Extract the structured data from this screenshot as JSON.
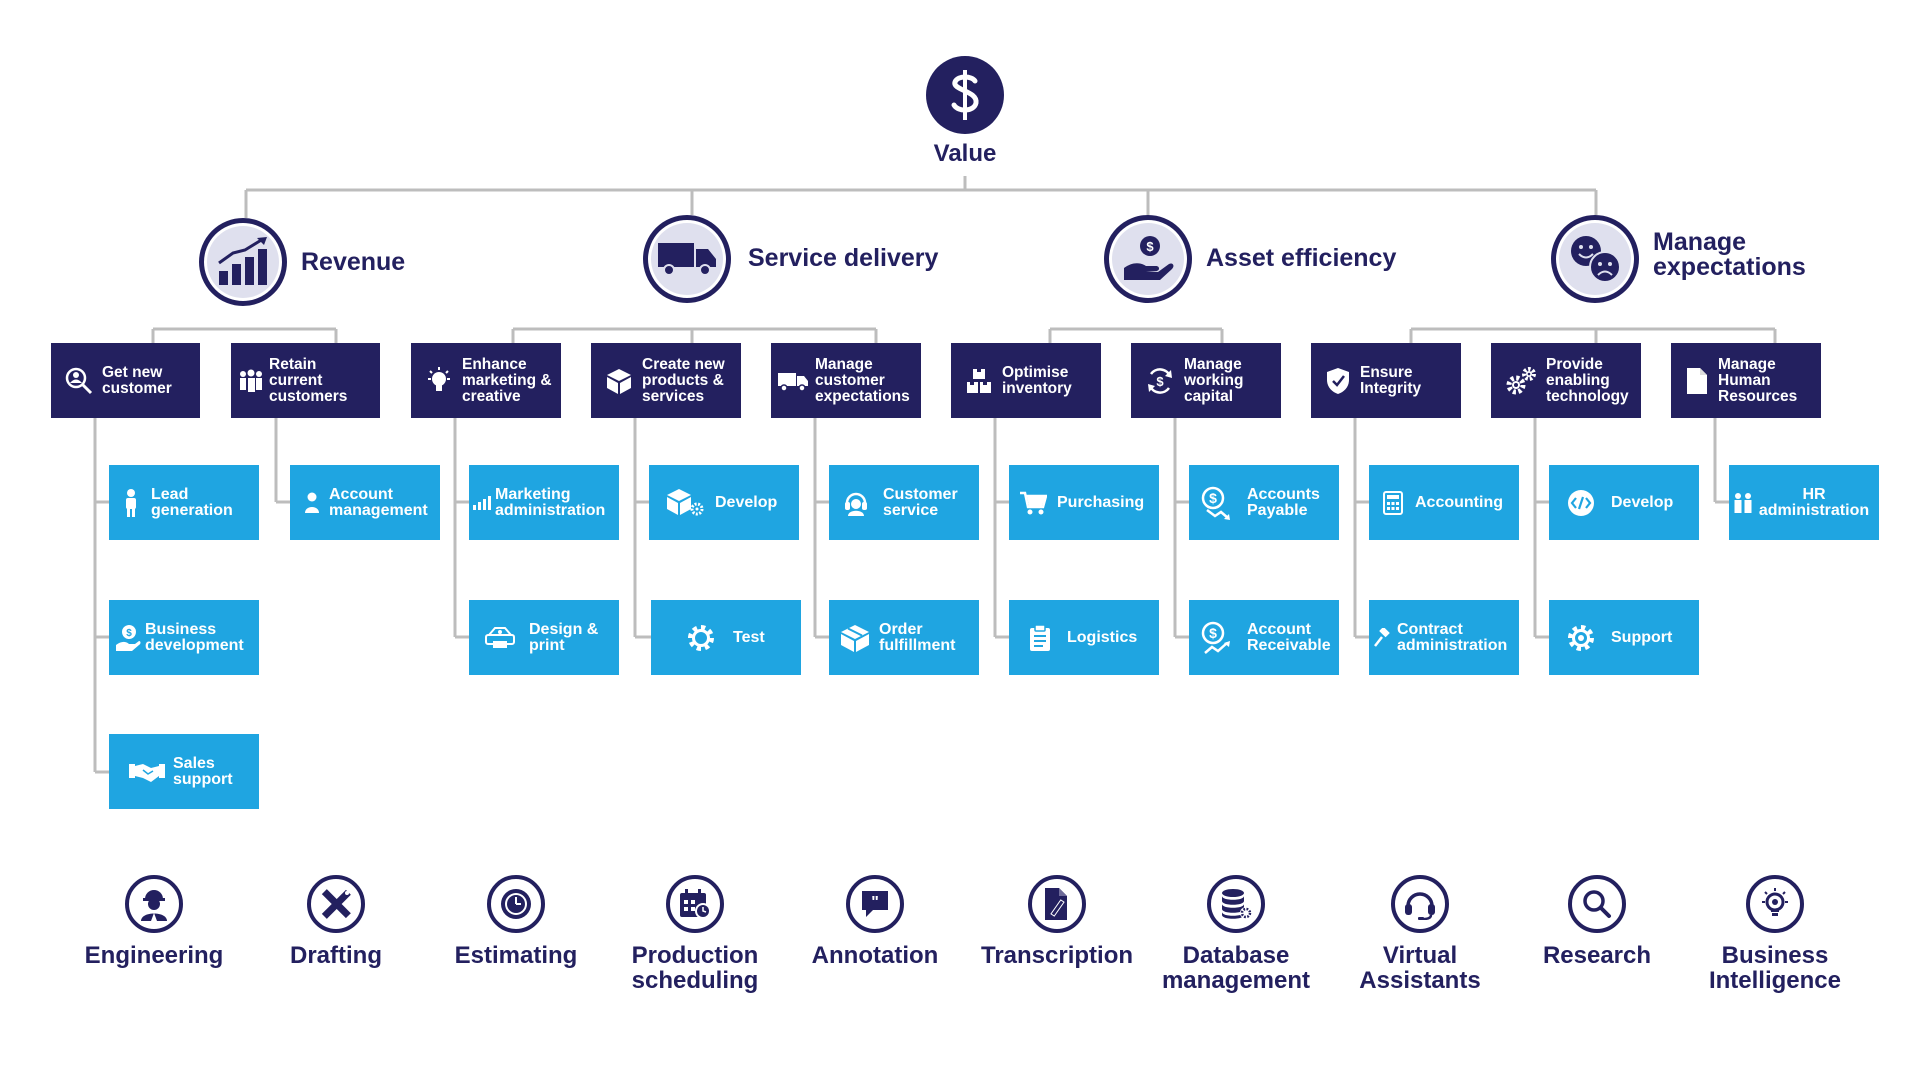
{
  "root": {
    "label": "Value",
    "icon": "dollar-icon"
  },
  "categories": [
    {
      "label": "Revenue",
      "icon": "bar-chart-growth-icon"
    },
    {
      "label": "Service delivery",
      "icon": "truck-icon"
    },
    {
      "label": "Asset efficiency",
      "icon": "hand-coin-icon"
    },
    {
      "label": "Manage expectations",
      "icon": "happy-sad-faces-icon"
    }
  ],
  "subcategories": [
    {
      "label": "Get new customer",
      "icon": "search-user-icon"
    },
    {
      "label": "Retain current customers",
      "icon": "people-group-icon"
    },
    {
      "label": "Enhance marketing & creative",
      "icon": "lightbulb-icon"
    },
    {
      "label": "Create new products & services",
      "icon": "box-icon"
    },
    {
      "label": "Manage customer expectations",
      "icon": "delivery-truck-icon"
    },
    {
      "label": "Optimise inventory",
      "icon": "stacked-boxes-icon"
    },
    {
      "label": "Manage working capital",
      "icon": "money-cycle-icon"
    },
    {
      "label": "Ensure Integrity",
      "icon": "shield-check-icon"
    },
    {
      "label": "Provide enabling technology",
      "icon": "gears-icon"
    },
    {
      "label": "Manage Human Resources",
      "icon": "document-icon"
    }
  ],
  "tasks": [
    {
      "label": "Lead generation",
      "icon": "person-icon"
    },
    {
      "label": "Business development",
      "icon": "hand-dollar-icon"
    },
    {
      "label": "Sales support",
      "icon": "handshake-icon"
    },
    {
      "label": "Account management",
      "icon": "user-icon"
    },
    {
      "label": "Marketing administration",
      "icon": "bar-chart-icon"
    },
    {
      "label": "Design & print",
      "icon": "printer-icon"
    },
    {
      "label": "Develop",
      "icon": "box-gear-icon"
    },
    {
      "label": "Test",
      "icon": "gear-icon"
    },
    {
      "label": "Customer service",
      "icon": "headset-icon"
    },
    {
      "label": "Order fulfillment",
      "icon": "package-icon"
    },
    {
      "label": "Purchasing",
      "icon": "cart-icon"
    },
    {
      "label": "Logistics",
      "icon": "clipboard-icon"
    },
    {
      "label": "Accounts Payable",
      "icon": "dollar-down-icon"
    },
    {
      "label": "Account Receivable",
      "icon": "dollar-up-icon"
    },
    {
      "label": "Accounting",
      "icon": "calculator-icon"
    },
    {
      "label": "Contract administration",
      "icon": "gavel-icon"
    },
    {
      "label": "Develop",
      "icon": "code-icon"
    },
    {
      "label": "Support",
      "icon": "gear-icon"
    },
    {
      "label": "HR administration",
      "icon": "people-icon"
    }
  ],
  "services": [
    {
      "label": "Engineering",
      "icon": "engineer-icon"
    },
    {
      "label": "Drafting",
      "icon": "ruler-pencil-icon"
    },
    {
      "label": "Estimating",
      "icon": "clock-icon"
    },
    {
      "label": "Production scheduling",
      "icon": "calendar-clock-icon"
    },
    {
      "label": "Annotation",
      "icon": "quote-bubble-icon"
    },
    {
      "label": "Transcription",
      "icon": "document-pen-icon"
    },
    {
      "label": "Database management",
      "icon": "database-icon"
    },
    {
      "label": "Virtual Assistants",
      "icon": "headset-icon"
    },
    {
      "label": "Research",
      "icon": "search-icon"
    },
    {
      "label": "Business Intelligence",
      "icon": "lightbulb-icon"
    }
  ],
  "colors": {
    "navy": "#23205f",
    "blue": "#1fa5e1",
    "line": "#bdbdbd",
    "ring": "#dfe0ee"
  }
}
